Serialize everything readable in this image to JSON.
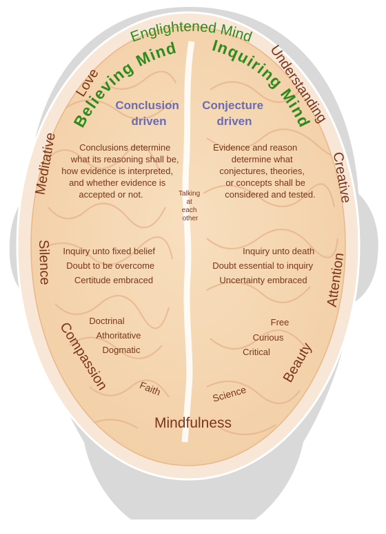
{
  "title": "Englightened Mind",
  "footer": "Mindfulness",
  "left": {
    "arc_title": "Believing Mind",
    "drive": [
      "Conclusion",
      "driven"
    ],
    "description": [
      "Conclusions determine",
      "what its reasoning shall  be,",
      "how evidence is interpreted,",
      "and whether evidence is",
      "accepted or not."
    ],
    "stances": [
      "Inquiry unto fixed belief",
      "Doubt to be overcome",
      "Certitude embraced"
    ],
    "traits": [
      "Doctrinal",
      "Athoritative",
      "Dogmatic"
    ],
    "base": "Faith"
  },
  "right": {
    "arc_title": "Inquiring Mind",
    "drive": [
      "Conjecture",
      "driven"
    ],
    "description": [
      "Evidence and reason",
      "determine what",
      "conjectures, theories,",
      "or concepts shall be",
      "considered and tested."
    ],
    "stances": [
      "Inquiry unto death",
      "Doubt essential to inquiry",
      "Uncertainty embraced"
    ],
    "traits": [
      "Free",
      "Curious",
      "Critical"
    ],
    "base": "Science"
  },
  "center_note": [
    "Talking",
    "at",
    "each",
    "other"
  ],
  "perimeter": {
    "love": "Love",
    "meditative": "Meditative",
    "silence": "Silence",
    "compassion": "Compassion",
    "understanding": "Understanding",
    "creative": "Creative",
    "attention": "Attention",
    "beauty": "Beauty"
  },
  "colors": {
    "head": "#d9d9d9",
    "brain_fill": "#f6dcb8",
    "brain_edge": "#ffffff",
    "gyri": "#e8b98d",
    "green": "#2f8a1e",
    "purple": "#6b6bb0",
    "brown": "#7a3518",
    "tan": "#ead8c6"
  }
}
